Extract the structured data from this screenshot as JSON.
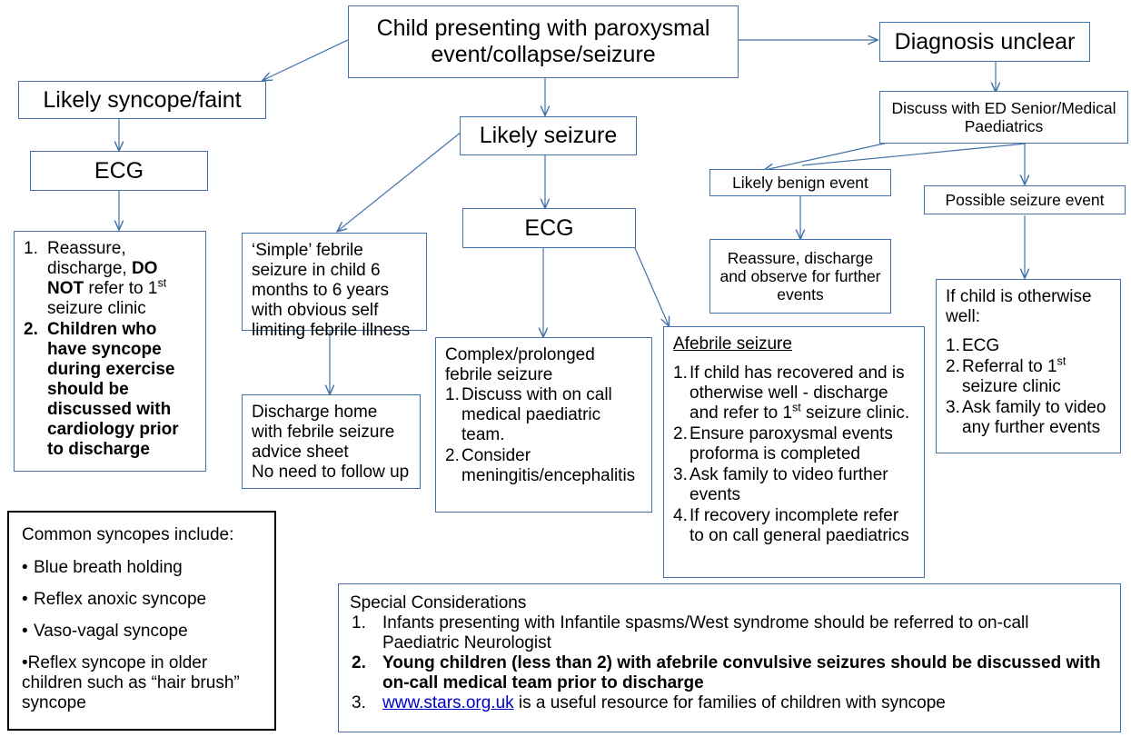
{
  "diagram": {
    "title_node": "Child presenting with paroxysmal event/collapse/seizure",
    "accent_border_color": "#4472a8",
    "box_border_color_alt": "#000000",
    "link_color": "#0000cc"
  },
  "nodes": {
    "root": "Child presenting with paroxysmal event/collapse/seizure",
    "likely_syncope": "Likely syncope/faint",
    "ecg_left": "ECG",
    "likely_seizure": "Likely seizure",
    "ecg_mid": "ECG",
    "diagnosis_unclear": "Diagnosis unclear",
    "discuss_ed": "Discuss with ED Senior/Medical Paediatrics",
    "likely_benign": "Likely benign event",
    "reassure_discharge": "Reassure, discharge and observe for further events",
    "possible_seizure": "Possible seizure event",
    "simple_febrile": "‘Simple’ febrile seizure in child 6 months to 6 years with obvious self limiting febrile illness",
    "discharge_home": {
      "line1": "Discharge home with febrile seizure advice sheet",
      "line2": "No need to follow up"
    }
  },
  "syncope_outcome": {
    "items": [
      {
        "marker": "1.",
        "bold": false,
        "parts": [
          "Reassure, discharge, ",
          "DO NOT",
          " refer to 1",
          "st",
          " seizure clinic"
        ]
      },
      {
        "marker": "2.",
        "bold": true,
        "text": "Children who have syncope during exercise should be discussed with cardiology prior to discharge"
      }
    ]
  },
  "complex_febrile": {
    "heading": "Complex/prolonged febrile seizure",
    "items": [
      {
        "marker": "1.",
        "text": "Discuss with on call medical paediatric team."
      },
      {
        "marker": "2.",
        "text": "Consider meningitis/encephalitis"
      }
    ]
  },
  "afebrile": {
    "heading": "Afebrile seizure",
    "items": [
      {
        "marker": "1.",
        "text": "If child has recovered and is otherwise well - discharge and refer to 1st seizure clinic."
      },
      {
        "marker": "2.",
        "text": "Ensure paroxysmal events proforma is completed"
      },
      {
        "marker": "3.",
        "text": "Ask family to video further events"
      },
      {
        "marker": "4.",
        "text": "If recovery incomplete refer to on call general paediatrics"
      }
    ]
  },
  "otherwise_well": {
    "heading": "If child is otherwise well:",
    "items": [
      {
        "marker": "1.",
        "text": "ECG"
      },
      {
        "marker": "2.",
        "text": "Referral to 1st seizure clinic"
      },
      {
        "marker": "3.",
        "text": "Ask family to video any further events"
      }
    ]
  },
  "common_syncopes": {
    "heading": "Common syncopes include:",
    "items": [
      "Blue breath holding",
      "Reflex anoxic syncope",
      "Vaso-vagal syncope",
      "Reflex syncope in older children such as “hair brush” syncope"
    ]
  },
  "special_considerations": {
    "heading": "Special Considerations",
    "items": [
      {
        "marker": "1.",
        "bold": false,
        "text": "Infants presenting with Infantile spasms/West syndrome should be referred to on-call Paediatric Neurologist"
      },
      {
        "marker": "2.",
        "bold": true,
        "text": "Young children (less than 2) with afebrile convulsive seizures should be discussed with on-call medical team prior to discharge"
      },
      {
        "marker": "3.",
        "bold": false,
        "link_text": "www.stars.org.uk",
        "text": " is a useful resource for families of children with syncope"
      }
    ]
  }
}
